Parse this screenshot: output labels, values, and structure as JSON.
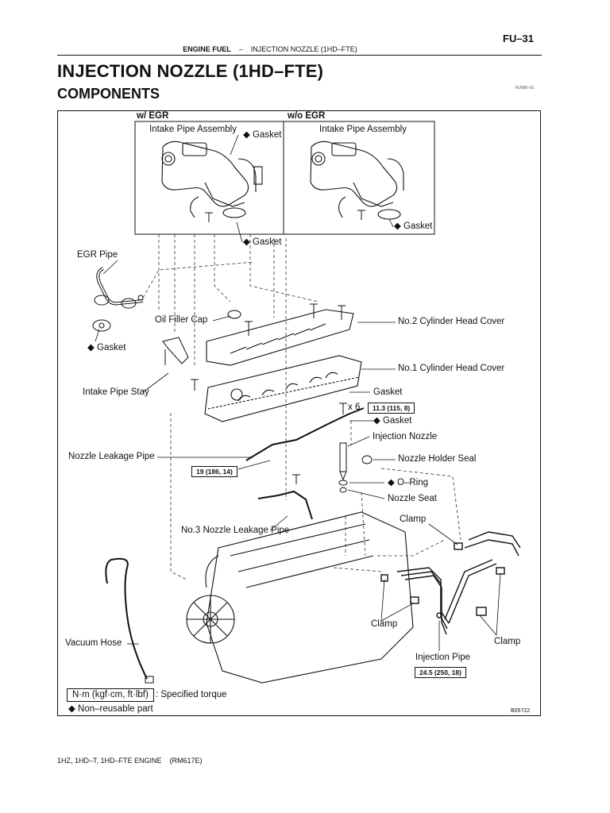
{
  "header": {
    "page_number": "FU–31",
    "section": "ENGINE FUEL",
    "separator": "–",
    "topic": "INJECTION NOZZLE (1HD–FTE)"
  },
  "title": "INJECTION NOZZLE (1HD–FTE)",
  "subtitle": "COMPONENTS",
  "figure_code": "FU090–01",
  "diagram": {
    "labels": {
      "w_egr": "w/ EGR",
      "wo_egr": "w/o EGR",
      "intake_pipe_assembly_1": "Intake Pipe Assembly",
      "intake_pipe_assembly_2": "Intake Pipe Assembly",
      "gasket_top": "◆ Gasket",
      "gasket_mid": "◆ Gasket",
      "gasket_wo": "◆ Gasket",
      "egr_pipe": "EGR Pipe",
      "gasket_left": "◆ Gasket",
      "oil_filler_cap": "Oil Filler Cap",
      "no2_cover": "No.2 Cylinder Head Cover",
      "no1_cover": "No.1 Cylinder Head Cover",
      "intake_pipe_stay": "Intake Pipe Stay",
      "gasket_plain": "Gasket",
      "x6": "x 6",
      "gasket_nozzle": "◆ Gasket",
      "injection_nozzle": "Injection Nozzle",
      "nozzle_leakage_pipe": "Nozzle Leakage Pipe",
      "nozzle_holder_seal": "Nozzle Holder Seal",
      "o_ring": "◆ O–Ring",
      "nozzle_seat": "Nozzle Seat",
      "clamp_top": "Clamp",
      "no3_leakage_pipe": "No.3 Nozzle Leakage Pipe",
      "clamp_left": "Clamp",
      "clamp_right": "Clamp",
      "vacuum_hose": "Vacuum Hose",
      "injection_pipe": "Injection Pipe"
    },
    "torques": {
      "head_cover": "11.3 (115, 8)",
      "leakage_pipe": "19 (186, 14)",
      "injection_pipe": "24.5 (250, 18)"
    },
    "legend": {
      "torque_unit": "N·m (kgf·cm, ft·lbf)",
      "torque_desc": ": Specified torque",
      "non_reusable": "◆ Non–reusable part"
    },
    "figure_id": "B05722"
  },
  "footer": {
    "engine": "1HZ, 1HD–T, 1HD–FTE ENGINE",
    "manual": "(RM617E)"
  }
}
